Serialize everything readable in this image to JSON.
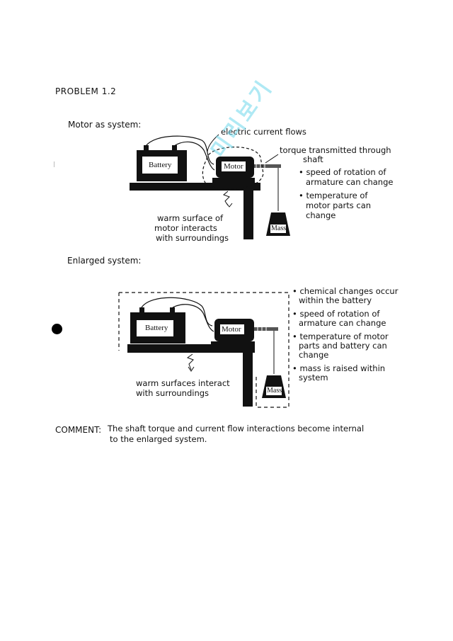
{
  "title": "PROBLEM 1.2",
  "motor_system": {
    "heading": "Motor as system:",
    "battery_label": "Battery",
    "motor_label": "Motor",
    "mass_label": "Mass",
    "current_note": "electric current flows",
    "torque_note": [
      "torque transmitted through",
      "shaft"
    ],
    "bullets": [
      [
        "speed of rotation of",
        "armature can change"
      ],
      [
        "temperature of",
        "motor parts can",
        "change"
      ]
    ],
    "surface_note": [
      "warm surface of",
      "motor interacts",
      "with surroundings"
    ]
  },
  "enlarged_system": {
    "heading": "Enlarged system:",
    "battery_label": "Battery",
    "motor_label": "Motor",
    "mass_label": "Mass",
    "bullets": [
      [
        "chemical changes occur",
        "within the battery"
      ],
      [
        "speed of rotation of",
        "armature can change"
      ],
      [
        "temperature of motor",
        "parts and battery can",
        "change"
      ],
      [
        "mass is raised within",
        "system"
      ]
    ],
    "surface_note": [
      "warm surfaces interact",
      "with surroundings"
    ]
  },
  "comment": {
    "label": "COMMENT:",
    "lines": [
      "The shaft torque and current flow interactions become internal",
      "to the enlarged system."
    ]
  },
  "watermark": "미리보기",
  "colors": {
    "ink": "#111111",
    "watermark": "#6ed7eb"
  }
}
